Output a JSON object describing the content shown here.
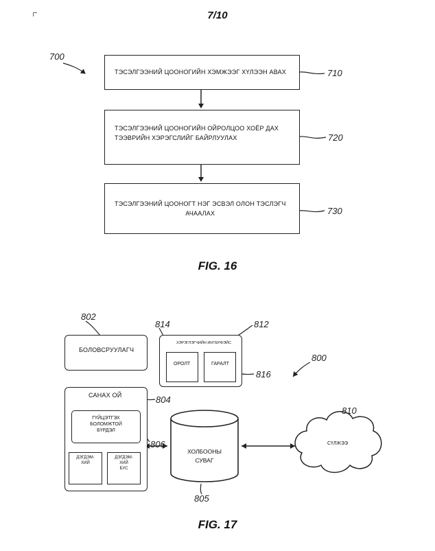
{
  "page_number": "7/10",
  "fig16": {
    "caption": "FIG.  16",
    "ref_main": "700",
    "steps": [
      {
        "ref": "710",
        "lines": [
          "ТЭСЭЛГЭЭНИЙ ЦООНОГИЙН ХЭМЖЭЭГ ХҮЛЭЭН АВАХ"
        ]
      },
      {
        "ref": "720",
        "lines": [
          "ТЭСЭЛГЭЭНИЙ ЦООНОГИЙН ОЙРОЛЦОО ХОЁР ДАХ",
          "ТЭЭВРИЙН ХЭРЭГСЛИЙГ БАЙРЛУУЛАХ"
        ]
      },
      {
        "ref": "730",
        "lines": [
          "ТЭСЭЛГЭЭНИЙ ЦООНОГТ НЭГ ЭСВЭЛ ОЛОН ТЭСЛЭГЧ",
          "АЧААЛАХ"
        ]
      }
    ]
  },
  "fig17": {
    "caption": "FIG.  17",
    "ref_main": "800",
    "processor": {
      "ref": "802",
      "label": "БОЛОВСРУУЛАГЧ"
    },
    "user_interface": {
      "ref": "812",
      "ref_inner": "814",
      "title": "ХЭРЭГЛЭГЧИЙН ИНТЕРФЭЙС",
      "input_label": "ОРОЛТ",
      "output_label": "ГАРАЛТ",
      "ref_output": "816"
    },
    "memory": {
      "ref": "804",
      "title": "САНАХ ОЙ",
      "exec_ref": "806",
      "exec_lines": [
        "ГҮЙЦЭТГЭХ",
        "БОЛОМЖТОЙ",
        "БҮРДЭЛ"
      ],
      "volatile_lines": [
        "ДЭГДЭМ-",
        "ХИЙ"
      ],
      "nonvolatile_lines": [
        "ДЭГДЭМ-",
        "ХИЙ",
        "БУС"
      ]
    },
    "bus": {
      "ref": "805",
      "lines": [
        "ХОЛБООНЫ",
        "СУВАГ"
      ]
    },
    "network": {
      "ref": "810",
      "label": "СҮЛЖЭЭ"
    }
  }
}
